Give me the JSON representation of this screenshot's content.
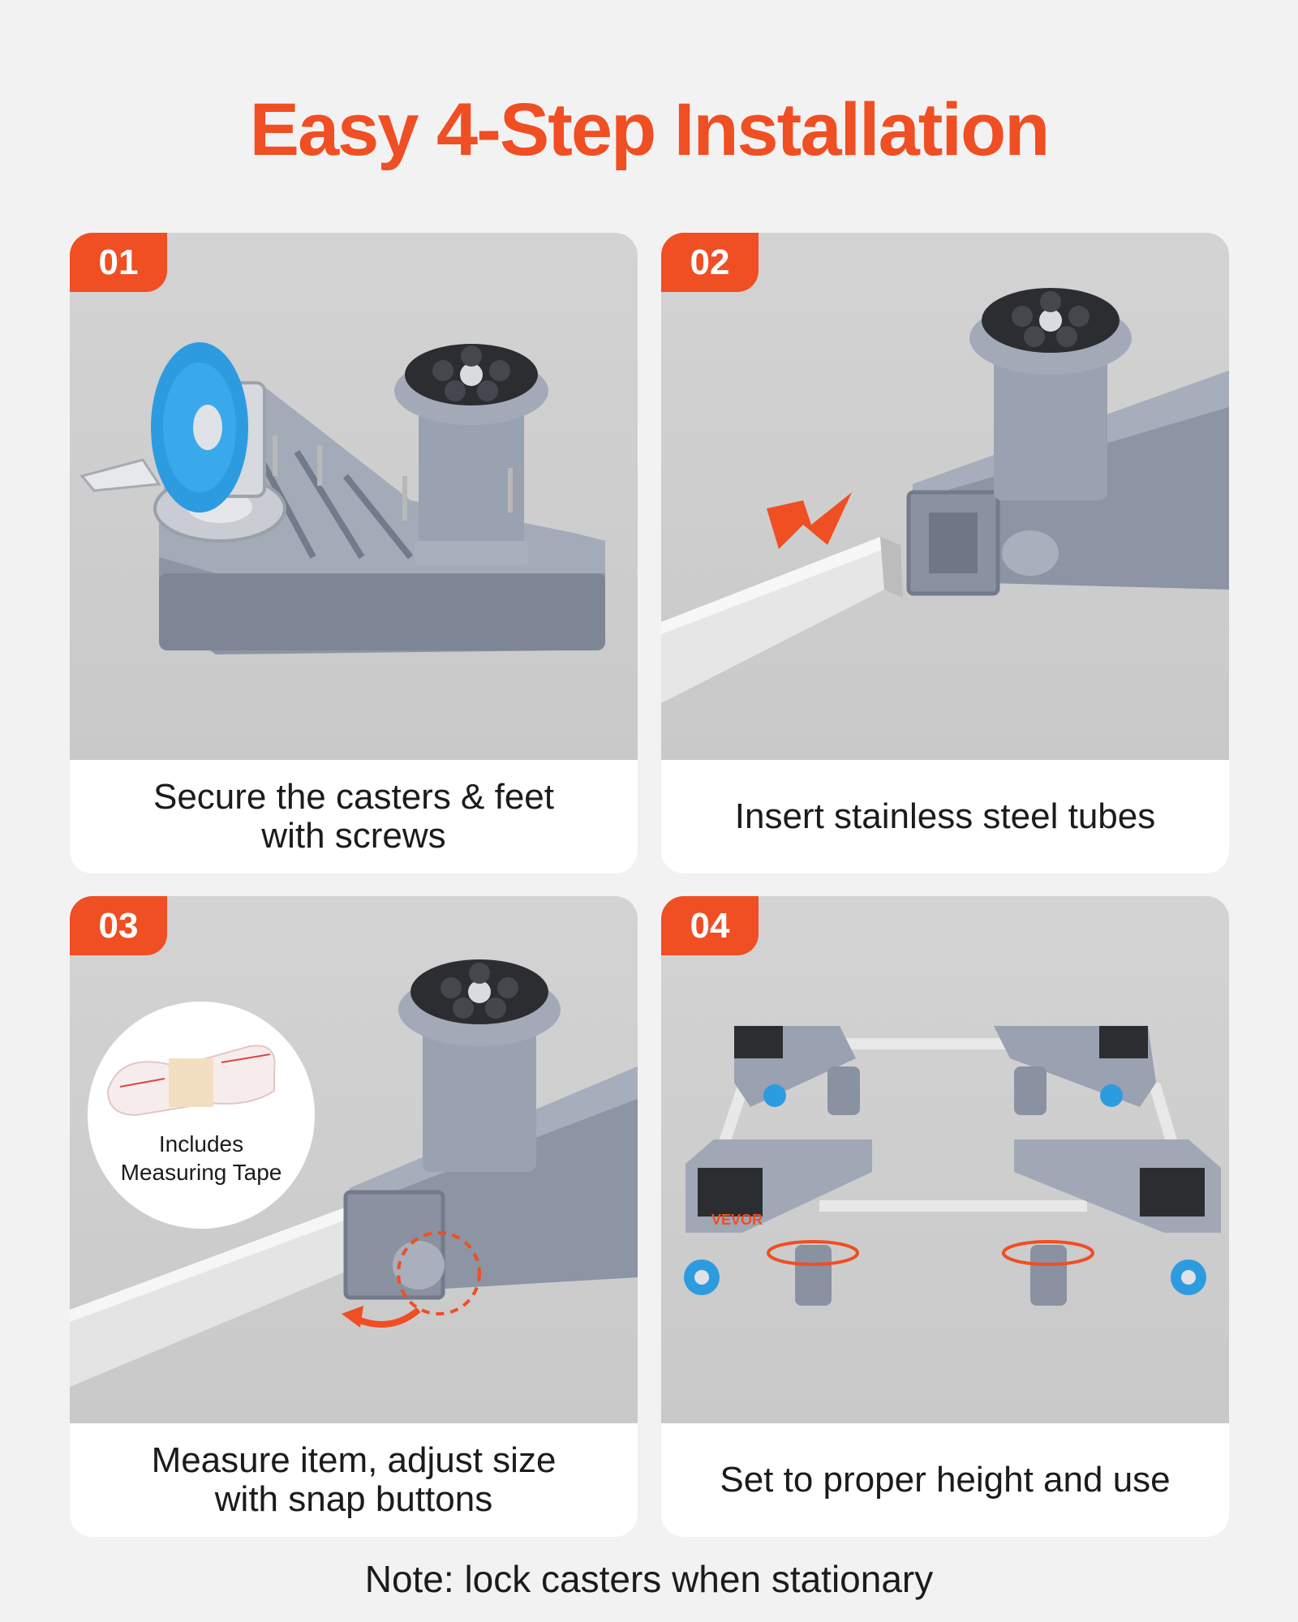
{
  "title": "Easy 4-Step Installation",
  "steps": [
    {
      "number": "01",
      "caption": "Secure the casters & feet\nwith screws"
    },
    {
      "number": "02",
      "caption": "Insert stainless steel tubes"
    },
    {
      "number": "03",
      "caption": "Measure item, adjust size\nwith snap buttons",
      "inset_label": "Includes\nMeasuring Tape"
    },
    {
      "number": "04",
      "caption": "Set to proper height and use",
      "brand": "VEVOR"
    }
  ],
  "note": "Note: lock casters when stationary",
  "colors": {
    "accent": "#f04e23",
    "photo_bg": "#cfcfcf",
    "plastic": "#8f96a6",
    "caster": "#2d9be0"
  }
}
